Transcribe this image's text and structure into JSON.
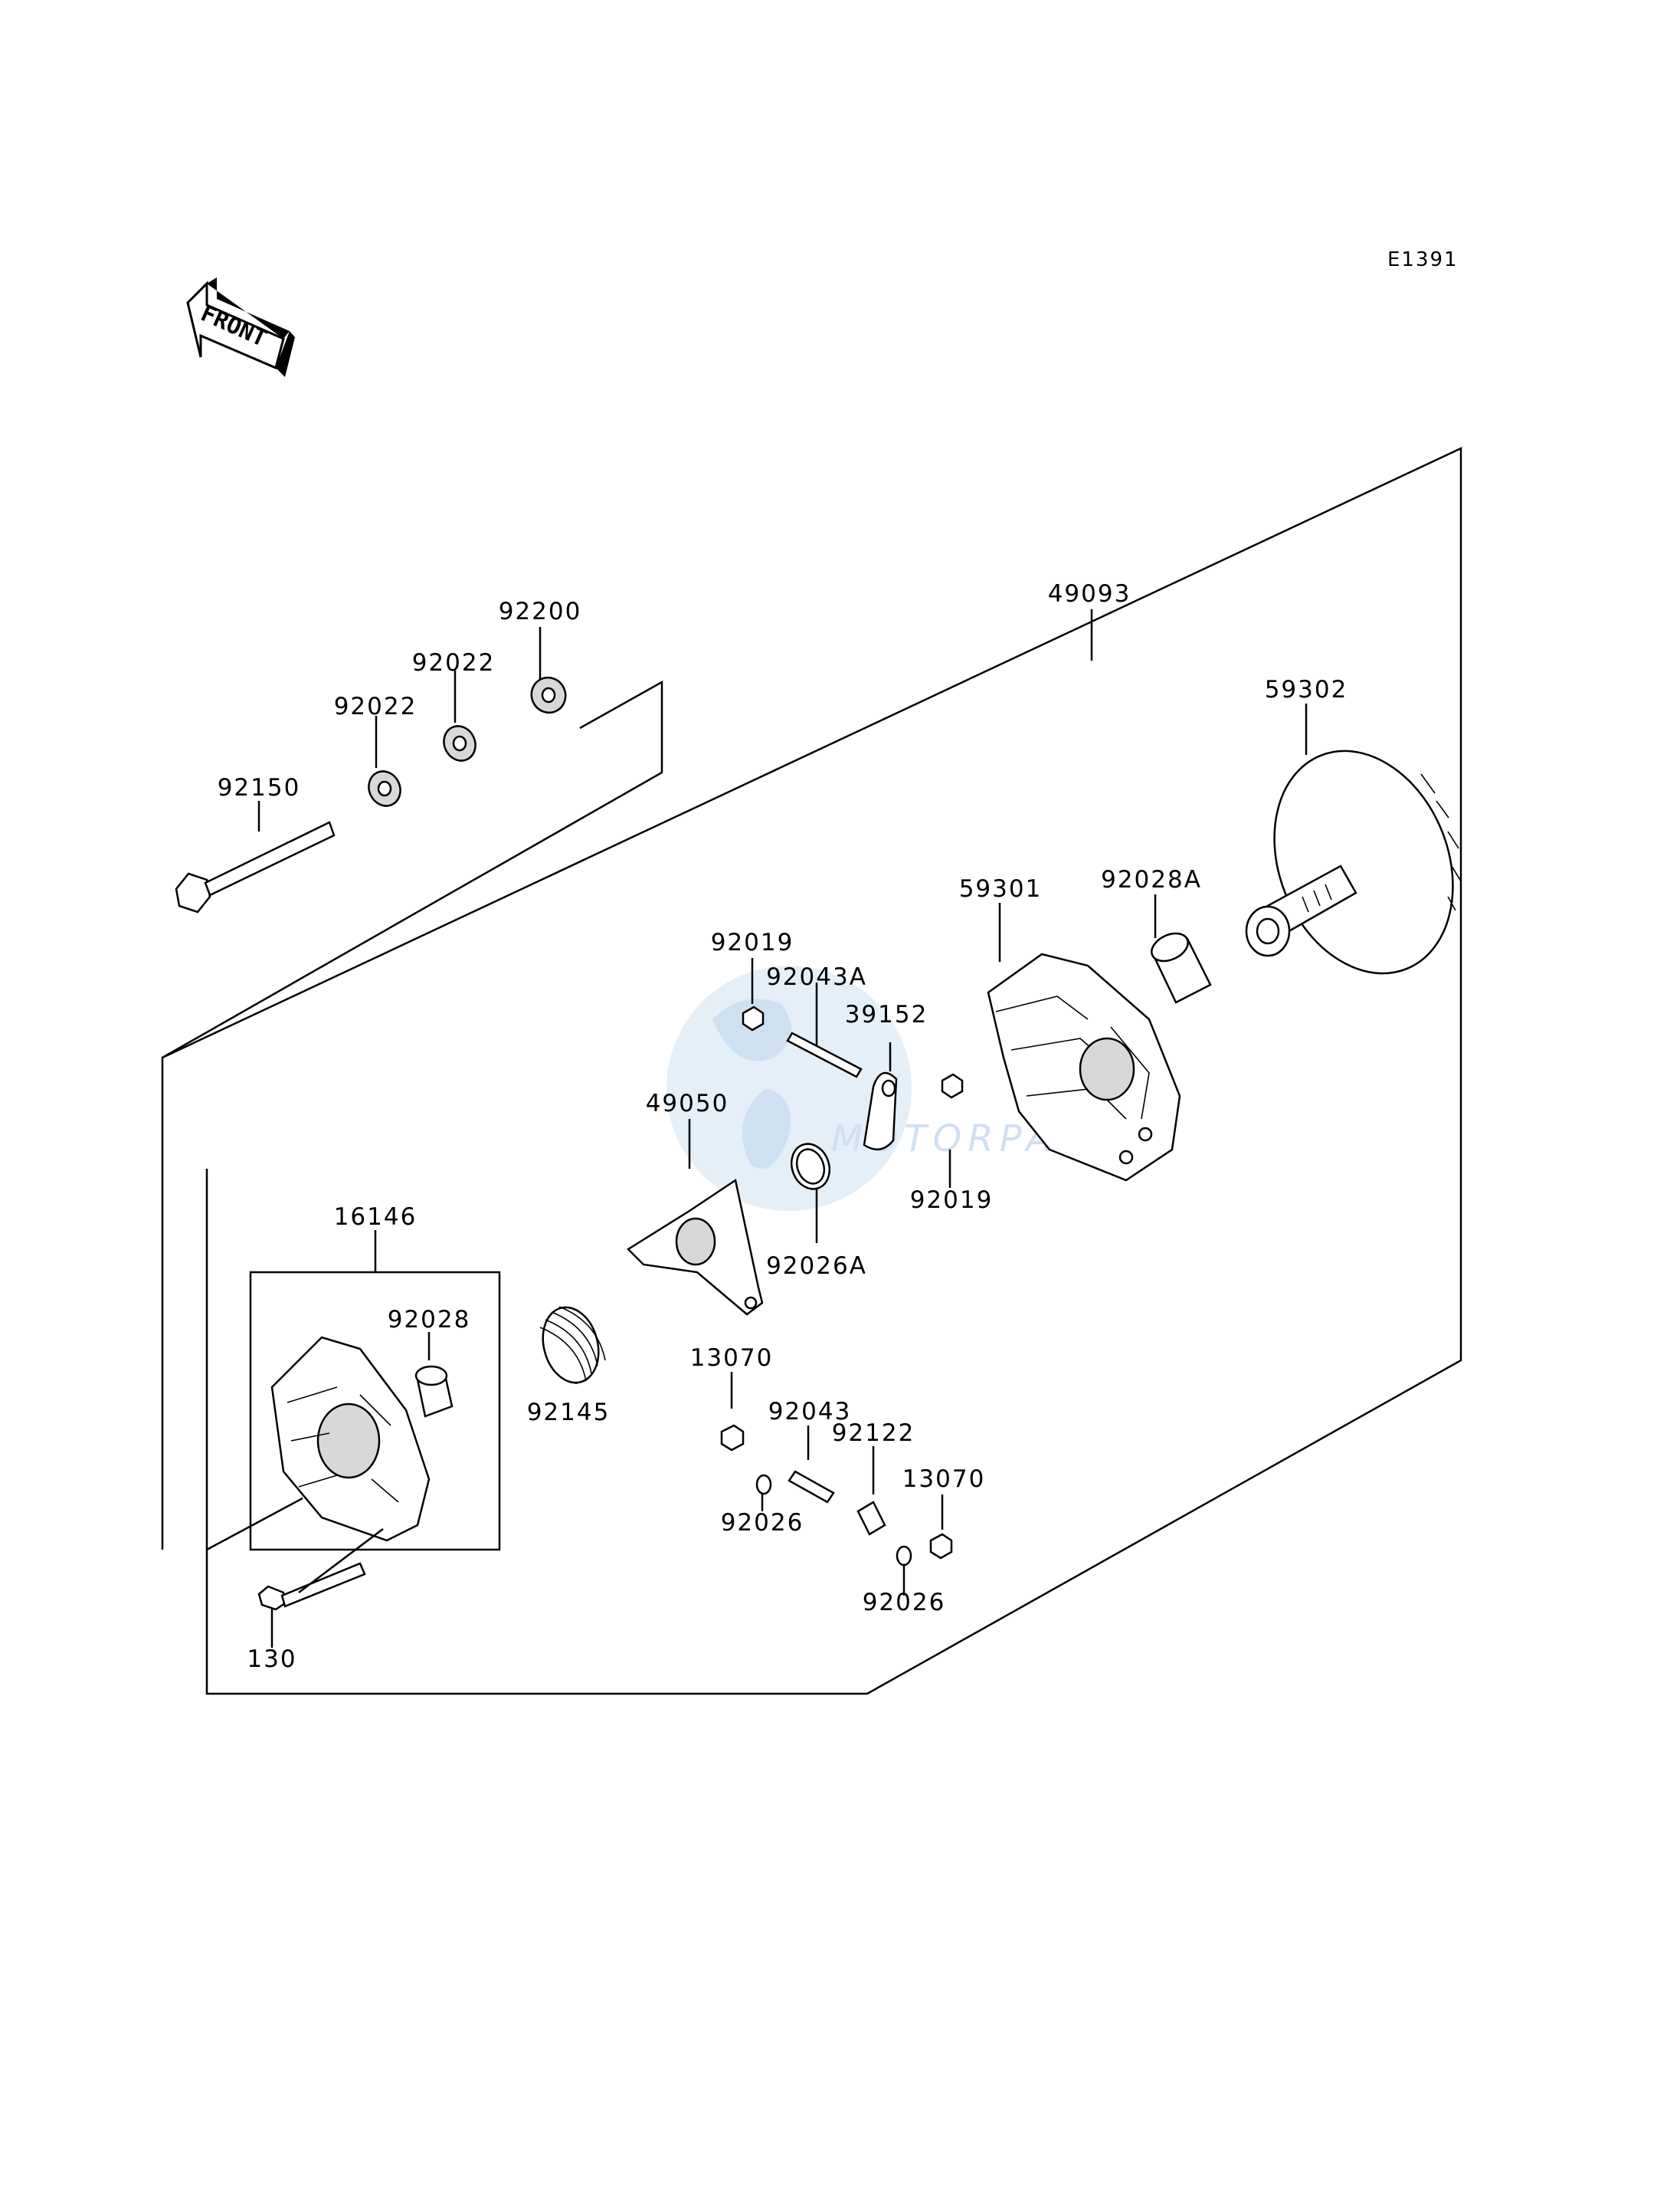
{
  "diagram_id": "E1391",
  "front_label": "FRONT",
  "watermark": {
    "brand_text": "MOTORPARTS",
    "logo_color": "#a9c8e6"
  },
  "part_labels": {
    "p92200": "92200",
    "p92022a": "92022",
    "p92022b": "92022",
    "p92150": "92150",
    "p49093": "49093",
    "p59302": "59302",
    "p59301": "59301",
    "p92028A": "92028A",
    "p92019a": "92019",
    "p92043A": "92043A",
    "p39152": "39152",
    "p49050": "49050",
    "p92019b": "92019",
    "p92026A": "92026A",
    "p16146": "16146",
    "p92028": "92028",
    "p92145": "92145",
    "p13070a": "13070",
    "p92043": "92043",
    "p92122": "92122",
    "p13070b": "13070",
    "p92026a": "92026",
    "p92026b": "92026",
    "p130": "130"
  }
}
